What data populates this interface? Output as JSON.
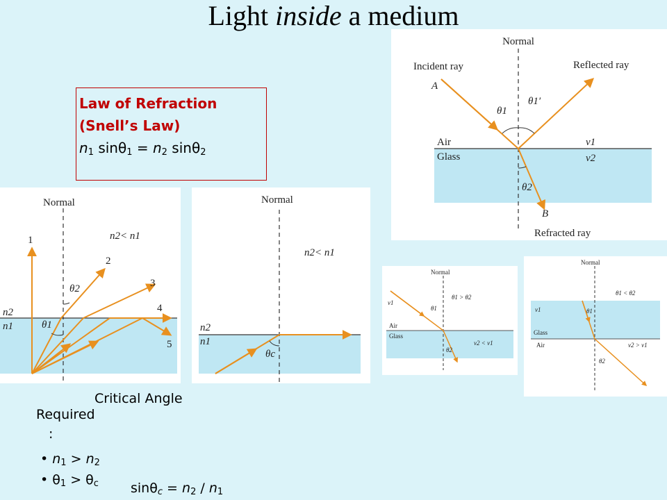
{
  "title": {
    "part1": "Light ",
    "italic": "inside",
    "part2": " a medium"
  },
  "snell_box": {
    "heading1": "Law of Refraction",
    "heading2": "(Snell’s Law)",
    "equation": {
      "n1": "n",
      "s1": "1",
      "sin1": " sinθ",
      "t1": "1",
      "eq": " = ",
      "n2": "n",
      "s2": "2",
      "sin2": " sinθ",
      "t2": "2"
    }
  },
  "diagram_main": {
    "normal": "Normal",
    "incident": "Incident ray",
    "reflected": "Reflected ray",
    "point_a": "A",
    "point_b": "B",
    "air": "Air",
    "glass": "Glass",
    "theta1": "θ1",
    "theta1p": "θ1′",
    "theta2": "θ2",
    "v1": "v1",
    "v2": "v2",
    "refracted": "Refracted ray"
  },
  "diagram_tir": {
    "normal": "Normal",
    "cond": "n2< n1",
    "n2": "n2",
    "n1": "n1",
    "theta1": "θ1",
    "theta2": "θ2",
    "ray_labels": [
      "1",
      "2",
      "3",
      "4",
      "5"
    ]
  },
  "diagram_critical": {
    "normal": "Normal",
    "cond": "n2< n1",
    "n2": "n2",
    "n1": "n1",
    "thetac": "θc"
  },
  "diagram_small1": {
    "normal": "Normal",
    "v1": "v1",
    "theta1": "θ1",
    "cond1": "θ1 > θ2",
    "air": "Air",
    "glass": "Glass",
    "theta2": "θ2",
    "cond2": "v2 < v1"
  },
  "diagram_small2": {
    "normal": "Normal",
    "cond1": "θ1 < θ2",
    "v1": "v1",
    "theta1": "θ1",
    "glass": "Glass",
    "air": "Air",
    "cond2": "v2 > v1",
    "theta2": "θ2"
  },
  "captions": {
    "critical_angle": "Critical Angle",
    "required1": "Required",
    "required2": ":",
    "bullet1": {
      "n1": "n",
      "s1": "1",
      "gt": " > ",
      "n2": "n",
      "s2": "2"
    },
    "bullet2": {
      "t1": "θ",
      "s1": "1",
      "gt": " > ",
      "t2": "θ",
      "s2": "c"
    },
    "formula": {
      "sin": "sinθ",
      "sc": "c",
      "eq": " = ",
      "n2": "n",
      "s2": "2",
      "slash": " / ",
      "n1": "n",
      "s1": "1"
    }
  },
  "colors": {
    "background": "#dbf3f9",
    "ray": "#e8901f",
    "glass": "#bfe7f3",
    "red_text": "#c00000"
  }
}
